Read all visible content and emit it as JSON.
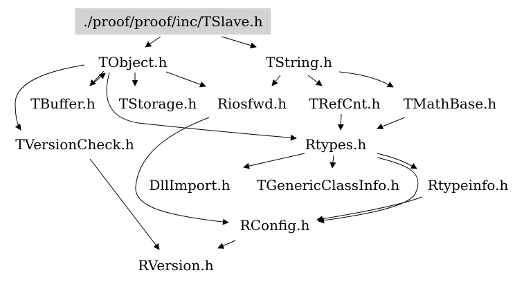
{
  "graph": {
    "nodes": [
      {
        "id": "tslave",
        "label": "./proof/proof/inc/TSlave.h",
        "root": true
      },
      {
        "id": "tobject",
        "label": "TObject.h"
      },
      {
        "id": "tstring",
        "label": "TString.h"
      },
      {
        "id": "tbuffer",
        "label": "TBuffer.h"
      },
      {
        "id": "tstorage",
        "label": "TStorage.h"
      },
      {
        "id": "riosfwd",
        "label": "Riosfwd.h"
      },
      {
        "id": "trefcnt",
        "label": "TRefCnt.h"
      },
      {
        "id": "tmathbase",
        "label": "TMathBase.h"
      },
      {
        "id": "tversioncheck",
        "label": "TVersionCheck.h"
      },
      {
        "id": "rtypes",
        "label": "Rtypes.h"
      },
      {
        "id": "dllimport",
        "label": "DllImport.h"
      },
      {
        "id": "tgenericclassinfo",
        "label": "TGenericClassInfo.h"
      },
      {
        "id": "rtypeinfo",
        "label": "Rtypeinfo.h"
      },
      {
        "id": "rconfig",
        "label": "RConfig.h"
      },
      {
        "id": "rversion",
        "label": "RVersion.h"
      }
    ],
    "edges": [
      [
        "tslave",
        "tobject"
      ],
      [
        "tslave",
        "tstring"
      ],
      [
        "tobject",
        "tbuffer"
      ],
      [
        "tobject",
        "tstorage"
      ],
      [
        "tobject",
        "riosfwd"
      ],
      [
        "tobject",
        "tversioncheck"
      ],
      [
        "tobject",
        "rtypes"
      ],
      [
        "tbuffer",
        "tobject"
      ],
      [
        "tstring",
        "trefcnt"
      ],
      [
        "tstring",
        "tmathbase"
      ],
      [
        "tstring",
        "rtypes"
      ],
      [
        "trefcnt",
        "rtypes"
      ],
      [
        "tmathbase",
        "rtypes"
      ],
      [
        "riosfwd",
        "rconfig"
      ],
      [
        "rtypes",
        "dllimport"
      ],
      [
        "rtypes",
        "tgenericclassinfo"
      ],
      [
        "rtypes",
        "rtypeinfo"
      ],
      [
        "rtypes",
        "rconfig"
      ],
      [
        "rtypeinfo",
        "rconfig"
      ],
      [
        "tversioncheck",
        "rversion"
      ],
      [
        "rconfig",
        "rversion"
      ]
    ]
  }
}
